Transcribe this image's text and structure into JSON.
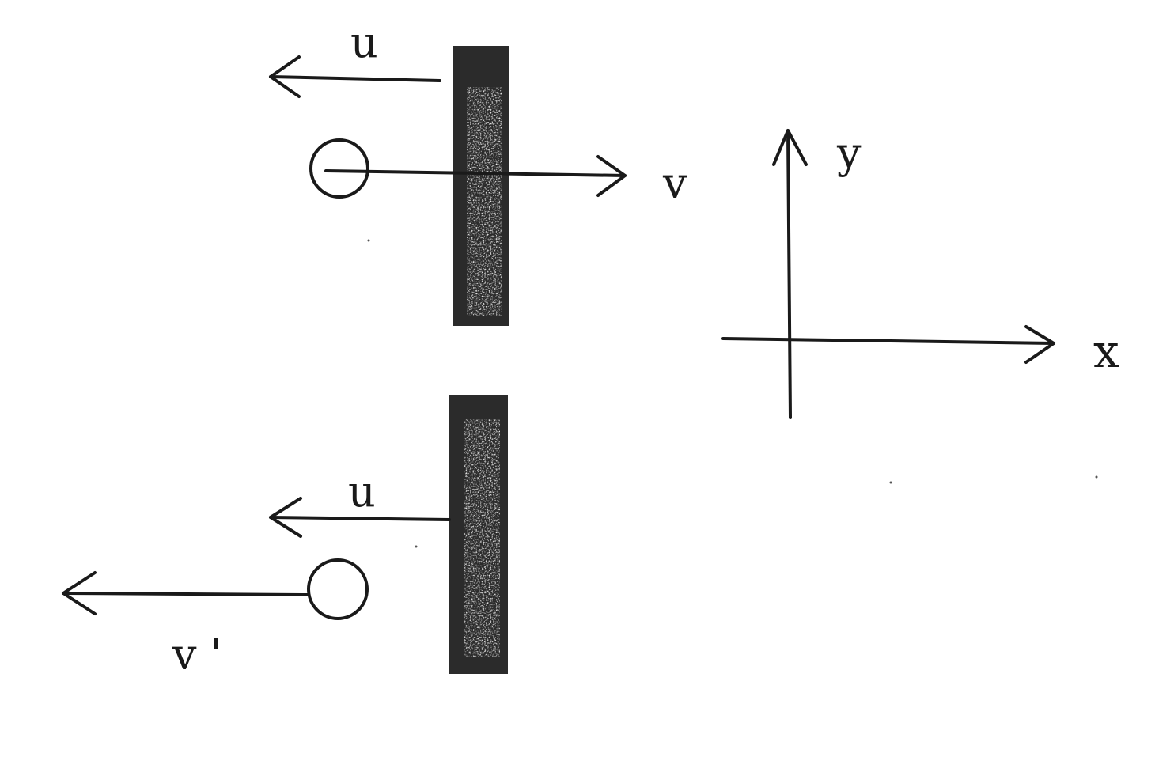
{
  "labels": {
    "top_wall_velocity": "u",
    "ball_initial_velocity": "v",
    "y_axis": "y",
    "x_axis": "x",
    "bottom_wall_velocity": "u",
    "ball_final_velocity": "v '"
  },
  "colors": {
    "ink": "#1a1a1a",
    "wall_fill": "#2b2b2b",
    "background": "#ffffff"
  }
}
